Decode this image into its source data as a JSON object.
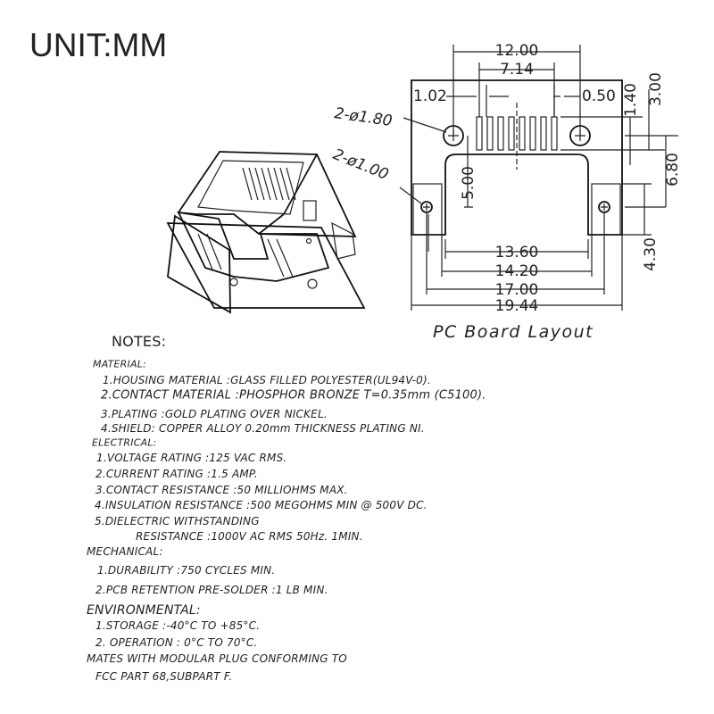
{
  "unit_label": "UNIT:MM",
  "pcb_layout": {
    "title": "PC Board Layout",
    "dimensions": {
      "d12_00": "12.00",
      "d7_14": "7.14",
      "d1_02": "1.02",
      "d0_50": "0.50",
      "d1_40": "1.40",
      "d3_00": "3.00",
      "d6_80": "6.80",
      "d4_30": "4.30",
      "d5_00": "5.00",
      "d13_60": "13.60",
      "d14_20": "14.20",
      "d17_00": "17.00",
      "d19_44": "19.44"
    },
    "hole_large": "2-ø1.80",
    "hole_small": "2-ø1.00"
  },
  "notes": {
    "title": "NOTES:",
    "lines": [
      "MATERIAL:",
      "1.HOUSING  MATERIAL :GLASS  FILLED  POLYESTER(UL94V-0).",
      "2.CONTACT  MATERIAL   :PHOSPHOR  BRONZE  T=0.35mm  (C5100).",
      "3.PLATING :GOLD  PLATING  OVER  NICKEL.",
      "4.SHIELD: COPPER  ALLOY  0.20mm  THICKNESS  PLATING  NI.",
      "ELECTRICAL:",
      "1.VOLTAGE  RATING  :125  VAC  RMS.",
      "2.CURRENT  RATING   :1.5  AMP.",
      "3.CONTACT  RESISTANCE  :50  MILLIOHMS  MAX.",
      "4.INSULATION  RESISTANCE  :500  MEGOHMS  MIN  @  500V  DC.",
      "5.DIELECTRIC  WITHSTANDING",
      "RESISTANCE  :1000V  AC  RMS  50Hz.  1MIN.",
      "MECHANICAL:",
      "1.DURABILITY  :750  CYCLES  MIN.",
      "2.PCB  RETENTION  PRE-SOLDER  :1  LB  MIN.",
      "ENVIRONMENTAL:",
      "1.STORAGE  :-40°C  TO  +85°C.",
      "2.  OPERATION  :  0°C  TO  70°C.",
      "MATES  WITH  MODULAR  PLUG  CONFORMING  TO",
      "FCC  PART  68,SUBPART  F."
    ]
  }
}
